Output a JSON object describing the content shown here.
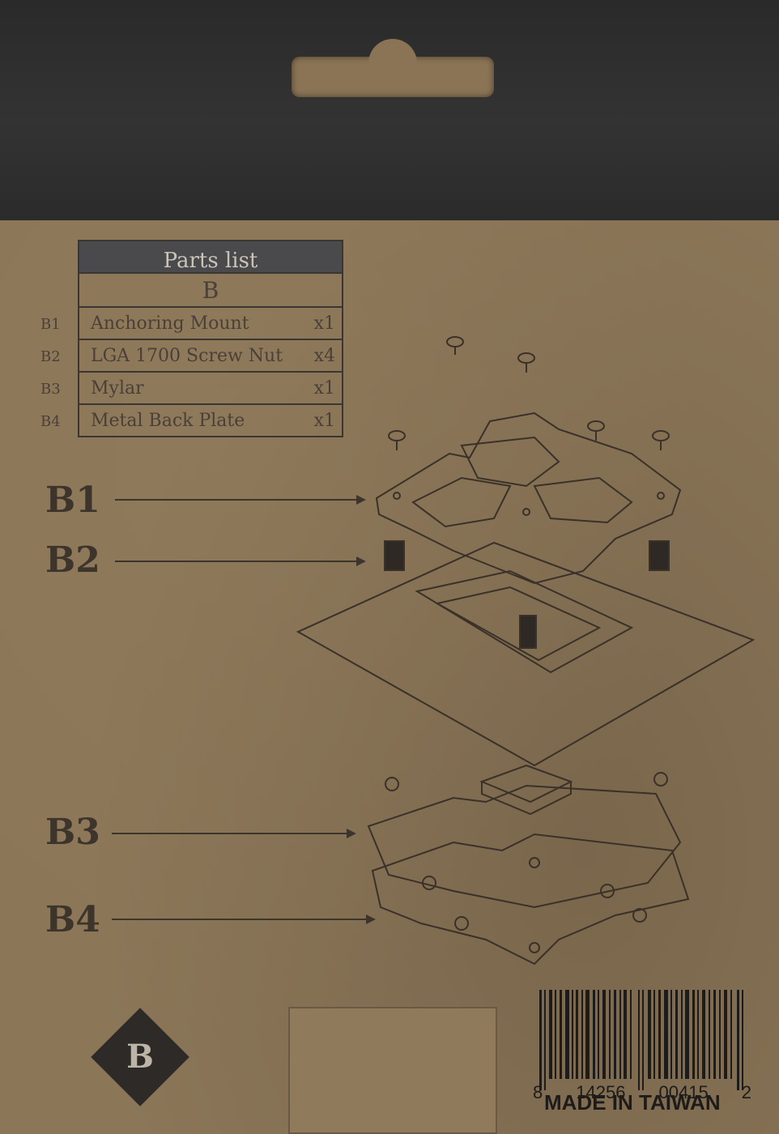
{
  "parts_list": {
    "title": "Parts list",
    "column": "B",
    "rows": [
      {
        "id": "B1",
        "name": "Anchoring Mount",
        "qty": "x1"
      },
      {
        "id": "B2",
        "name": "LGA 1700 Screw Nut",
        "qty": "x4"
      },
      {
        "id": "B3",
        "name": "Mylar",
        "qty": "x1"
      },
      {
        "id": "B4",
        "name": "Metal Back Plate",
        "qty": "x1"
      }
    ]
  },
  "callouts": {
    "b1": "B1",
    "b2": "B2",
    "b3": "B3",
    "b4": "B4"
  },
  "badge": {
    "letter": "B"
  },
  "barcode": {
    "digit_first": "8",
    "group1": "14256",
    "group2": "00415",
    "digit_last": "2",
    "origin": "MADE IN TAIWAN"
  },
  "colors": {
    "kraft": "#8b7658",
    "header_band": "#2f2f2f",
    "ink": "#3d342c"
  }
}
